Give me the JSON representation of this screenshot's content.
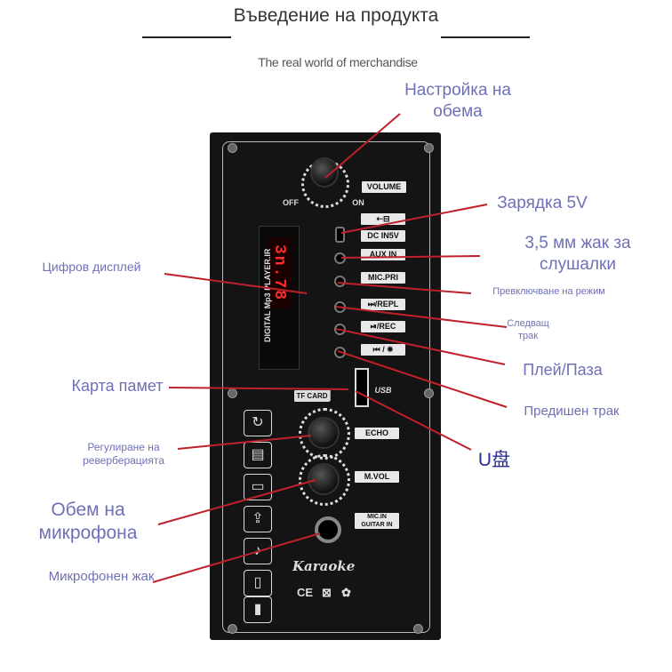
{
  "header": {
    "title": "Въведение на продукта",
    "subtitle": "The real world of merchandise"
  },
  "callouts": {
    "volume_adjust": "Настройка на обема",
    "charging": "Зарядка 5V",
    "headphone_jack": "3,5 мм жак за слушалки",
    "digital_display": "Цифров дисплей",
    "mode_switch": "Превключване на режим",
    "next_track": "Следващ трак",
    "play_pause": "Плей/Паза",
    "memory_card": "Карта памет",
    "previous_track": "Предишен трак",
    "usb_disk": "U盘",
    "reverb_adjust": "Регулиране на реверберацията",
    "mic_volume": "Обем на микрофона",
    "mic_jack": "Микрофонен жак"
  },
  "panel": {
    "volume_label": "VOLUME",
    "off_label": "OFF",
    "on_label": "ON",
    "dc_label": "DC IN5V",
    "aux_label": "AUX IN",
    "mic_pri_label": "MIC.PRI",
    "repl_label": "⏭/REPL",
    "rec_label": "⏯/REC",
    "prev_label": "⏮ / ☀",
    "display_text": "3n.78",
    "device_text": "DIGITAL Mp3 PLAYER.IR",
    "tf_label": "TF CARD",
    "usb_label": "USB",
    "echo_label": "ECHO",
    "mvol_label": "M.VOL",
    "mic_guitar_label": "MIC.IN GUITAR IN",
    "brand": "Karaoke",
    "ce": "CE",
    "weee": "⊠"
  },
  "colors": {
    "callout": "#6e70b8",
    "leader_line": "#c0202a",
    "panel": "#141414"
  }
}
